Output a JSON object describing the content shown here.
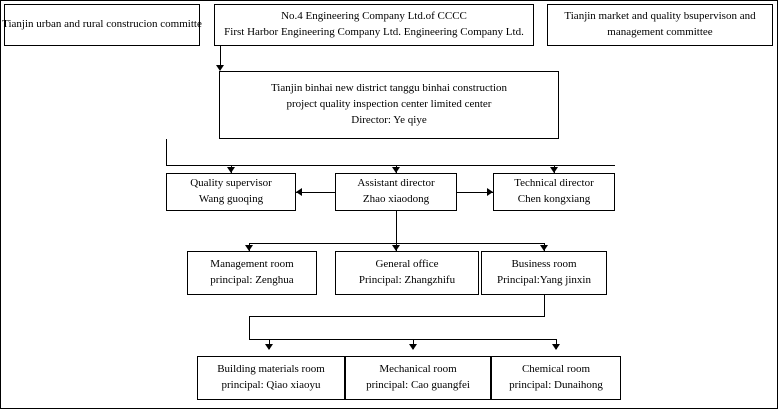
{
  "chart_data": {
    "type": "diagram",
    "title": "Organization chart",
    "nodes": [
      {
        "id": "top-left",
        "lines": [
          "Tianjin urban and rural  construcion committe"
        ]
      },
      {
        "id": "top-center",
        "lines": [
          "No.4 Engineering Company Ltd.of CCCC",
          "First Harbor Engineering Company Ltd. Engineering Company Ltd."
        ]
      },
      {
        "id": "top-right",
        "lines": [
          "Tianjin market and quality bsupervison and",
          "management committee"
        ]
      },
      {
        "id": "center-main",
        "lines": [
          "Tianjin binhai new district tanggu binhai construction",
          "project quality inspection center limited center",
          "Director:  Ye qiye"
        ]
      },
      {
        "id": "quality-supervisor",
        "lines": [
          "Quality supervisor",
          "Wang guoqing"
        ]
      },
      {
        "id": "assistant-director",
        "lines": [
          "Assistant director",
          "Zhao xiaodong"
        ]
      },
      {
        "id": "technical-director",
        "lines": [
          "Technical director",
          "Chen kongxiang"
        ]
      },
      {
        "id": "management-room",
        "lines": [
          "Management room",
          "principal: Zenghua"
        ]
      },
      {
        "id": "general-office",
        "lines": [
          "General office",
          "Principal: Zhangzhifu"
        ]
      },
      {
        "id": "business-room",
        "lines": [
          "Business room",
          "Principal:Yang jinxin"
        ]
      },
      {
        "id": "building-materials-room",
        "lines": [
          "Building materials room",
          "principal:  Qiao xiaoyu"
        ]
      },
      {
        "id": "mechanical-room",
        "lines": [
          "Mechanical room",
          "principal:  Cao guangfei"
        ]
      },
      {
        "id": "chemical-room",
        "lines": [
          "Chemical room",
          "principal:  Dunaihong"
        ]
      }
    ]
  },
  "diagram": {
    "top_left": {
      "line1": "Tianjin urban and rural  construcion committe"
    },
    "top_center": {
      "line1": "No.4 Engineering Company Ltd.of CCCC",
      "line2": "First Harbor Engineering Company Ltd. Engineering Company Ltd."
    },
    "top_right": {
      "line1": "Tianjin market and quality bsupervison and",
      "line2": "management committee"
    },
    "center_main": {
      "line1": "Tianjin binhai new district tanggu binhai construction",
      "line2": "project quality inspection center limited center",
      "line3": "Director:  Ye qiye"
    },
    "quality_supervisor": {
      "line1": "Quality supervisor",
      "line2": "Wang guoqing"
    },
    "assistant_director": {
      "line1": "Assistant director",
      "line2": "Zhao xiaodong"
    },
    "technical_director": {
      "line1": "Technical director",
      "line2": "Chen kongxiang"
    },
    "management_room": {
      "line1": "Management room",
      "line2": "principal: Zenghua"
    },
    "general_office": {
      "line1": "General office",
      "line2": "Principal: Zhangzhifu"
    },
    "business_room": {
      "line1": "Business room",
      "line2": "Principal:Yang jinxin"
    },
    "building_materials_room": {
      "line1": "Building materials room",
      "line2": "principal:  Qiao xiaoyu"
    },
    "mechanical_room": {
      "line1": "Mechanical room",
      "line2": "principal:  Cao guangfei"
    },
    "chemical_room": {
      "line1": "Chemical room",
      "line2": "principal:  Dunaihong"
    }
  }
}
